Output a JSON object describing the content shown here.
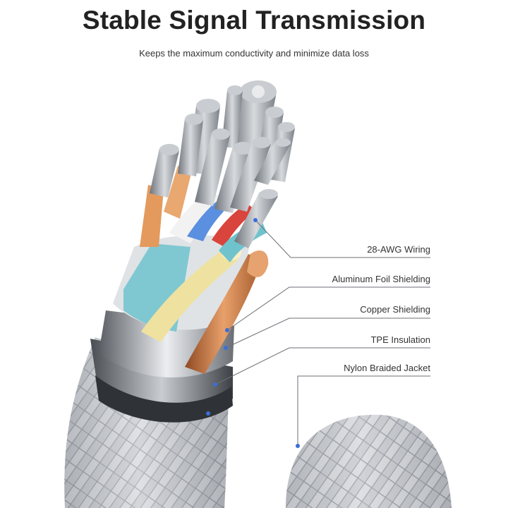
{
  "header": {
    "title": "Stable Signal Transmission",
    "subtitle": "Keeps the maximum conductivity and minimize data loss"
  },
  "callouts": [
    {
      "label": "28-AWG Wiring"
    },
    {
      "label": "Aluminum Foil Shielding"
    },
    {
      "label": "Copper Shielding"
    },
    {
      "label": "TPE Insulation"
    },
    {
      "label": "Nylon Braided Jacket"
    }
  ],
  "colors": {
    "wire_strand": "#9aa0a6",
    "orange_insulation": "#e39a5c",
    "blue_insulation": "#5b8fe0",
    "red_insulation": "#d9443c",
    "yellow_insulation": "#efe2a0",
    "teal_foil": "#6fc3cc",
    "copper": "#c8743e",
    "braid": "#b9bcc2",
    "callout_dot": "#3a6fd8"
  }
}
